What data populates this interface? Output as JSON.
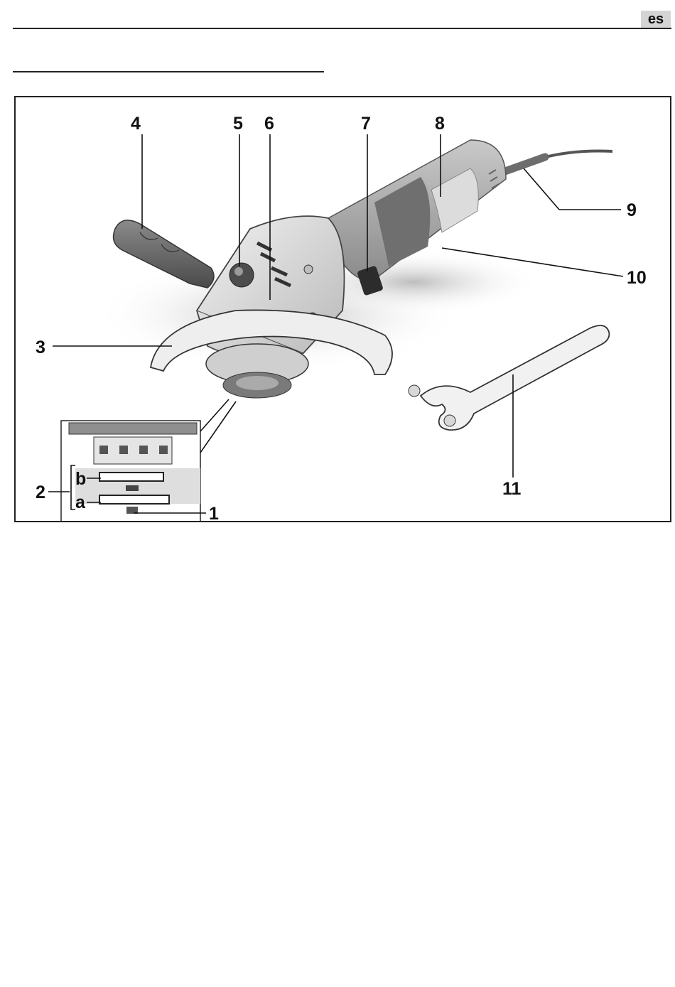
{
  "header": {
    "language_code": "es"
  },
  "figure": {
    "callouts": [
      "1",
      "2",
      "3",
      "4",
      "5",
      "6",
      "7",
      "8",
      "9",
      "10",
      "11"
    ],
    "inset_letters": [
      "b",
      "a"
    ]
  }
}
